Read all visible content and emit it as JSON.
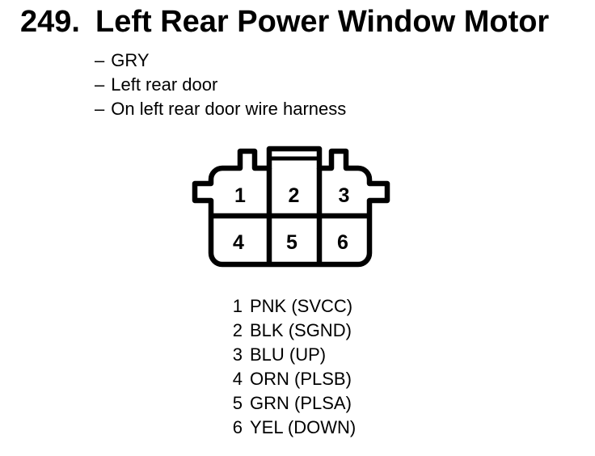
{
  "page": {
    "background": "#ffffff",
    "ink": "#000000"
  },
  "header": {
    "item_number": "249.",
    "title": "Left Rear Power Window Motor"
  },
  "details": {
    "bullet_char": "–",
    "items": [
      "GRY",
      "Left rear door",
      "On left rear door wire harness"
    ]
  },
  "connector": {
    "description": "6-cavity connector face view, 2 rows x 3 columns",
    "cells": [
      "1",
      "2",
      "3",
      "4",
      "5",
      "6"
    ]
  },
  "pinout": {
    "pins": [
      {
        "number": "1",
        "label": "PNK (SVCC)"
      },
      {
        "number": "2",
        "label": "BLK (SGND)"
      },
      {
        "number": "3",
        "label": "BLU (UP)"
      },
      {
        "number": "4",
        "label": "ORN (PLSB)"
      },
      {
        "number": "5",
        "label": "GRN (PLSA)"
      },
      {
        "number": "6",
        "label": "YEL (DOWN)"
      }
    ]
  }
}
